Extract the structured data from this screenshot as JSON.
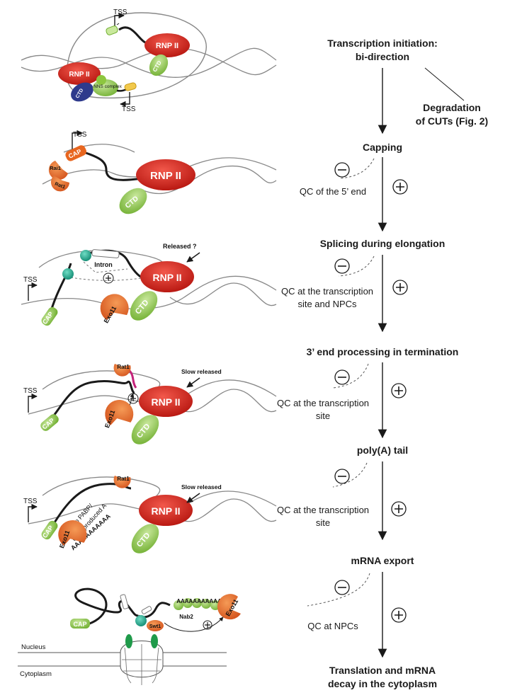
{
  "pipeline": {
    "steps": [
      "Transcription initiation:",
      "bi-direction",
      "Capping",
      "Splicing during elongation",
      "3’ end processing in termination",
      "poly(A) tail",
      "mRNA export",
      "Translation and mRNA",
      "decay in the cytoplasm"
    ],
    "degradation": [
      "Degradation",
      "of CUTs (Fig. 2)"
    ],
    "qc": [
      [
        "QC of the 5’ end"
      ],
      [
        "QC at the transcription",
        "site and NPCs"
      ],
      [
        "QC at the transcription",
        "site"
      ],
      [
        "QC at the transcription",
        "site"
      ],
      [
        "QC at NPCs"
      ]
    ],
    "minus_symbol": "⊖",
    "plus_symbol": "⊕"
  },
  "labels": {
    "tss": "TSS",
    "rnp": "RNP II",
    "ctd": "CTD",
    "cap": "CAP",
    "rai1": "Rai1",
    "rat1": "Rat1",
    "exo11": "Exo11",
    "nns": "NNS complex",
    "intron": "Intron",
    "released_q": "Released ?",
    "slow_released": "Slow released",
    "no_pabp": [
      "No PABP/",
      "Over produced A"
    ],
    "polya_long": "AAAAAAAAAAA",
    "polya_nab": "AAAAAAAAAAA",
    "nab2": "Nab2",
    "swt1": "Swt1",
    "nucleus": "Nucleus",
    "cytoplasm": "Cytoplasm"
  },
  "colors": {
    "rnp_red": "#d8251c",
    "ctd_green": "#8dc63f",
    "cap_green": "#a6d07a",
    "exo_orange": "#e8661f",
    "nns_blue": "#2e3a8c",
    "teal": "#1aa38a",
    "pink": "#c4237a",
    "yellow": "#f2c94c",
    "pore_green": "#1f9a4a"
  }
}
